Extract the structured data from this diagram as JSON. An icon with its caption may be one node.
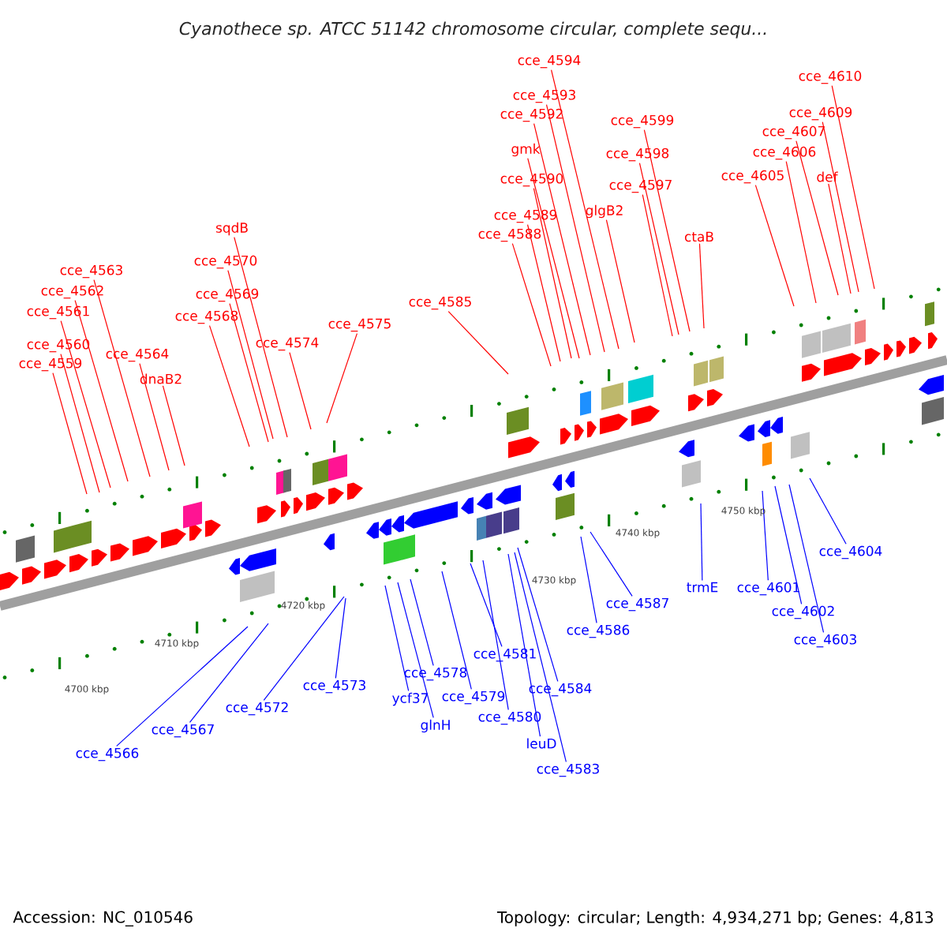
{
  "diagram": {
    "title": "Cyanothece sp. ATCC 51142 chromosome circular, complete sequ...",
    "nodes": [
      {
        "text": [
          "cce_4559"
        ]
      },
      {
        "text": [
          "cce_4560"
        ]
      },
      {
        "text": [
          "cce_4561"
        ]
      },
      {
        "text": [
          "cce_4562"
        ]
      },
      {
        "text": [
          "cce_4563"
        ]
      },
      {
        "text": [
          "cce_4564"
        ]
      },
      {
        "text": [
          "dnaB2"
        ]
      },
      {
        "text": [
          "sqdB"
        ]
      },
      {
        "text": [
          "cce_4570"
        ]
      },
      {
        "text": [
          "cce_4569"
        ]
      },
      {
        "text": [
          "cce_4568"
        ]
      },
      {
        "text": [
          "cce_4574"
        ]
      },
      {
        "text": [
          "cce_4575"
        ]
      },
      {
        "text": [
          "cce_4585"
        ]
      },
      {
        "text": [
          "cce_4594"
        ]
      },
      {
        "text": [
          "cce_4593"
        ]
      },
      {
        "text": [
          "cce_4592"
        ]
      },
      {
        "text": [
          "gmk"
        ]
      },
      {
        "text": [
          "cce_4590"
        ]
      },
      {
        "text": [
          "cce_4589"
        ]
      },
      {
        "text": [
          "cce_4588"
        ]
      },
      {
        "text": [
          "glgB2"
        ]
      },
      {
        "text": [
          "cce_4599"
        ]
      },
      {
        "text": [
          "cce_4598"
        ]
      },
      {
        "text": [
          "cce_4597"
        ]
      },
      {
        "text": [
          "ctaB"
        ]
      },
      {
        "text": [
          "cce_4610"
        ]
      },
      {
        "text": [
          "cce_4609"
        ]
      },
      {
        "text": [
          "cce_4607"
        ]
      },
      {
        "text": [
          "cce_4606"
        ]
      },
      {
        "text": [
          "cce_4605"
        ]
      },
      {
        "text": [
          "def"
        ]
      },
      {
        "text": [
          "cce_4566"
        ]
      },
      {
        "text": [
          "cce_4567"
        ]
      },
      {
        "text": [
          "cce_4572"
        ]
      },
      {
        "text": [
          "cce_4573"
        ]
      },
      {
        "text": [
          "cce_4578"
        ]
      },
      {
        "text": [
          "ycf37"
        ]
      },
      {
        "text": [
          "glnH"
        ]
      },
      {
        "text": [
          "cce_4579"
        ]
      },
      {
        "text": [
          "cce_4581"
        ]
      },
      {
        "text": [
          "cce_4580"
        ]
      },
      {
        "text": [
          "cce_4584"
        ]
      },
      {
        "text": [
          "leuD"
        ]
      },
      {
        "text": [
          "cce_4583"
        ]
      },
      {
        "text": [
          "cce_4586"
        ]
      },
      {
        "text": [
          "cce_4587"
        ]
      },
      {
        "text": [
          "trmE"
        ]
      },
      {
        "text": [
          "cce_4601"
        ]
      },
      {
        "text": [
          "cce_4602"
        ]
      },
      {
        "text": [
          "cce_4603"
        ]
      },
      {
        "text": [
          "cce_4604"
        ]
      }
    ],
    "edges": [
      {
        "from": 0,
        "to": null,
        "arrow": "none"
      },
      {
        "from": 1,
        "to": null,
        "arrow": "none"
      },
      {
        "from": 2,
        "to": null,
        "arrow": "none"
      },
      {
        "from": 3,
        "to": null,
        "arrow": "none"
      },
      {
        "from": 4,
        "to": null,
        "arrow": "none"
      },
      {
        "from": 5,
        "to": null,
        "arrow": "none"
      },
      {
        "from": 6,
        "to": null,
        "arrow": "none"
      },
      {
        "from": 7,
        "to": null,
        "arrow": "none"
      },
      {
        "from": 8,
        "to": null,
        "arrow": "none"
      },
      {
        "from": 9,
        "to": null,
        "arrow": "none"
      },
      {
        "from": 10,
        "to": null,
        "arrow": "none"
      },
      {
        "from": 11,
        "to": null,
        "arrow": "none"
      },
      {
        "from": 12,
        "to": null,
        "arrow": "none"
      },
      {
        "from": 13,
        "to": null,
        "arrow": "none"
      },
      {
        "from": 14,
        "to": null,
        "arrow": "none"
      },
      {
        "from": 15,
        "to": null,
        "arrow": "none"
      },
      {
        "from": 16,
        "to": null,
        "arrow": "none"
      },
      {
        "from": 17,
        "to": null,
        "arrow": "none"
      },
      {
        "from": 18,
        "to": null,
        "arrow": "none"
      },
      {
        "from": 19,
        "to": null,
        "arrow": "none"
      },
      {
        "from": 20,
        "to": null,
        "arrow": "none"
      },
      {
        "from": 21,
        "to": null,
        "arrow": "none"
      },
      {
        "from": 22,
        "to": null,
        "arrow": "none"
      },
      {
        "from": 23,
        "to": null,
        "arrow": "none"
      },
      {
        "from": 24,
        "to": null,
        "arrow": "none"
      },
      {
        "from": 25,
        "to": null,
        "arrow": "none"
      },
      {
        "from": 26,
        "to": null,
        "arrow": "none"
      },
      {
        "from": 27,
        "to": null,
        "arrow": "none"
      },
      {
        "from": 28,
        "to": null,
        "arrow": "none"
      },
      {
        "from": 29,
        "to": null,
        "arrow": "none"
      },
      {
        "from": 30,
        "to": null,
        "arrow": "none"
      },
      {
        "from": 31,
        "to": null,
        "arrow": "none"
      },
      {
        "from": 32,
        "to": null,
        "arrow": "none",
        "color": "#0000ff"
      },
      {
        "from": 33,
        "to": null,
        "arrow": "none",
        "color": "#0000ff"
      },
      {
        "from": 34,
        "to": null,
        "arrow": "none",
        "color": "#0000ff"
      },
      {
        "from": 35,
        "to": null,
        "arrow": "none",
        "color": "#0000ff"
      },
      {
        "from": 36,
        "to": null,
        "arrow": "none",
        "color": "#0000ff"
      },
      {
        "from": 37,
        "to": null,
        "arrow": "none",
        "color": "#0000ff"
      },
      {
        "from": 38,
        "to": null,
        "arrow": "none",
        "color": "#0000ff"
      },
      {
        "from": 39,
        "to": null,
        "arrow": "none",
        "color": "#0000ff"
      },
      {
        "from": 40,
        "to": null,
        "arrow": "none",
        "color": "#0000ff"
      },
      {
        "from": 41,
        "to": null,
        "arrow": "none",
        "color": "#0000ff"
      },
      {
        "from": 42,
        "to": null,
        "arrow": "none",
        "color": "#0000ff"
      },
      {
        "from": 43,
        "to": null,
        "arrow": "none",
        "color": "#0000ff"
      },
      {
        "from": 44,
        "to": null,
        "arrow": "none",
        "color": "#0000ff"
      },
      {
        "from": 45,
        "to": null,
        "arrow": "none",
        "color": "#0000ff"
      },
      {
        "from": 46,
        "to": null,
        "arrow": "none",
        "color": "#0000ff"
      },
      {
        "from": 47,
        "to": null,
        "arrow": "none",
        "color": "#0000ff"
      },
      {
        "from": 48,
        "to": null,
        "arrow": "none",
        "color": "#0000ff"
      },
      {
        "from": 49,
        "to": null,
        "arrow": "none",
        "color": "#0000ff"
      },
      {
        "from": 50,
        "to": null,
        "arrow": "none",
        "color": "#0000ff"
      },
      {
        "from": 51,
        "to": null,
        "arrow": "none",
        "color": "#0000ff"
      }
    ],
    "labels": [
      "4750 kbp",
      "4740 kbp",
      "4730 kbp",
      "4720 kbp",
      "4710 kbp",
      "4700 kbp",
      "Accession: NC_010546",
      "Topology: circular; Length: 4,934,271 bp; Genes: 4,813"
    ]
  }
}
